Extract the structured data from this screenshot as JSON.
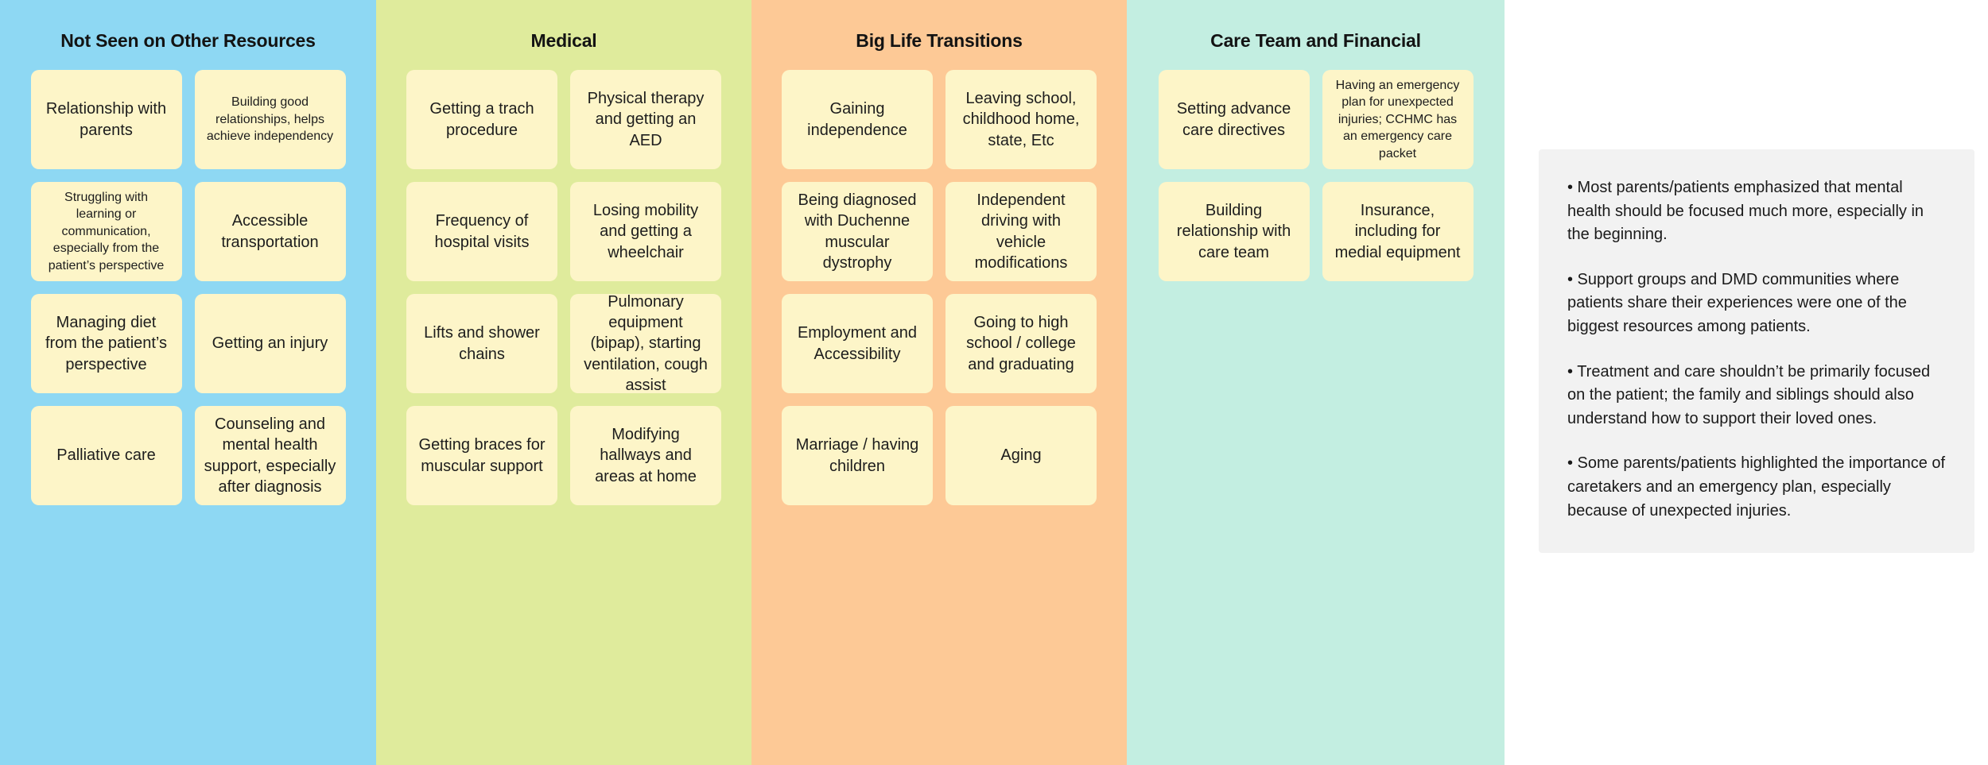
{
  "columns": [
    {
      "title": "Not Seen on Other Resources",
      "color": "#8ed8f3",
      "cards": [
        "Relationship with parents",
        "Building good relationships, helps achieve independency",
        "Struggling with learning or communication, especially from the patient’s perspective",
        "Accessible transportation",
        "Managing diet from the patient’s perspective",
        "Getting an injury",
        "Palliative care",
        "Counseling and mental health support, especially after diagnosis"
      ]
    },
    {
      "title": "Medical",
      "color": "#dfeb9c",
      "cards": [
        "Getting a trach procedure",
        "Physical therapy and getting an AED",
        "Frequency of hospital visits",
        "Losing mobility and getting a wheelchair",
        "Lifts and shower chains",
        "Pulmonary equipment (bipap), starting ventilation, cough assist",
        "Getting braces for muscular support",
        "Modifying hallways and areas at home"
      ]
    },
    {
      "title": "Big Life Transitions",
      "color": "#fdc996",
      "cards": [
        "Gaining independence",
        "Leaving school, childhood home, state, Etc",
        "Being diagnosed with Duchenne muscular dystrophy",
        "Independent driving with vehicle modifications",
        "Employment and Accessibility",
        "Going to high school / college and graduating",
        "Marriage / having children",
        "Aging"
      ]
    },
    {
      "title": "Care Team and Financial",
      "color": "#c3eee1",
      "cards": [
        "Setting advance care directives",
        "Having an emergency plan for unexpected injuries; CCHMC has an emergency care packet",
        "Building relationship with care team",
        "Insurance, including for medial equipment"
      ]
    }
  ],
  "notes": {
    "background": "#f2f2f2",
    "items": [
      "• Most parents/patients emphasized that mental health should be focused much more, especially in the beginning.",
      "• Support groups and DMD communities where patients share their experiences were one of the biggest resources among patients.",
      "• Treatment and care shouldn’t be primarily focused on the patient; the family and siblings should also understand how to support their loved ones.",
      "• Some parents/patients highlighted the importance of caretakers and an emergency plan, especially because of unexpected injuries."
    ]
  },
  "card_color": "#fdf5c8",
  "text_color": "#1d1d1d"
}
